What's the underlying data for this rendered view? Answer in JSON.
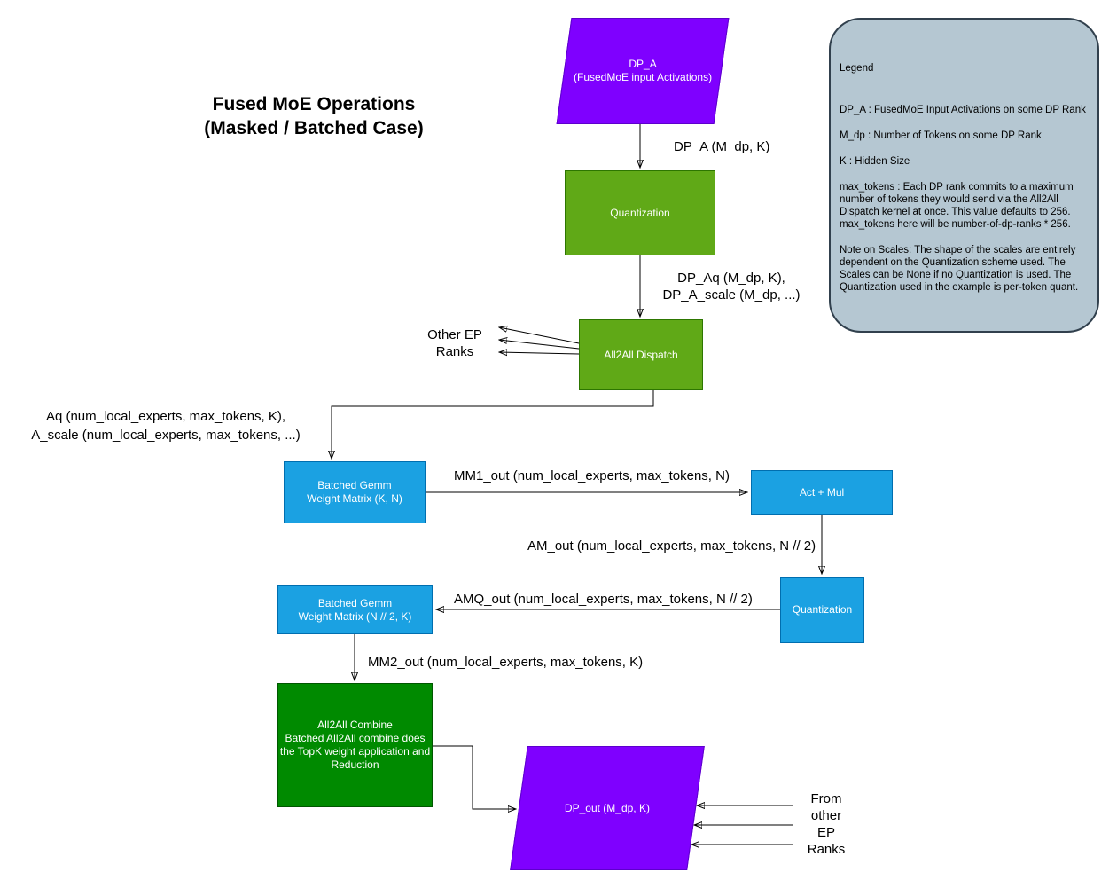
{
  "title": {
    "lines": [
      "Fused MoE Operations",
      "(Masked / Batched Case)"
    ]
  },
  "nodes": {
    "dp_a": {
      "lines": [
        "DP_A",
        "(FusedMoE input Activations)"
      ]
    },
    "quantization_1": {
      "label": "Quantization"
    },
    "all2all_dispatch": {
      "label": "All2All Dispatch"
    },
    "batched_gemm_1": {
      "lines": [
        "Batched Gemm",
        "Weight Matrix (K, N)"
      ]
    },
    "act_mul": {
      "label": "Act + Mul"
    },
    "quantization_2": {
      "label": "Quantization"
    },
    "batched_gemm_2": {
      "lines": [
        "Batched Gemm",
        "Weight Matrix (N // 2, K)"
      ]
    },
    "all2all_combine": {
      "lines": [
        "All2All Combine",
        "Batched All2All combine does",
        "the TopK weight application and",
        "Reduction"
      ]
    },
    "dp_out": {
      "label": "DP_out (M_dp, K)"
    }
  },
  "edge_labels": {
    "dp_a_to_quant": "DP_A (M_dp, K)",
    "quant_to_dispatch": {
      "lines": [
        "DP_Aq (M_dp, K),",
        "DP_A_scale (M_dp, ...)"
      ]
    },
    "other_ep_ranks": {
      "lines": [
        "Other EP",
        "Ranks"
      ]
    },
    "dispatch_to_gemm": {
      "lines": [
        "Aq (num_local_experts, max_tokens, K),",
        "A_scale (num_local_experts, max_tokens, ...)"
      ]
    },
    "mm1_out": "MM1_out (num_local_experts, max_tokens, N)",
    "am_out": "AM_out (num_local_experts, max_tokens, N // 2)",
    "amq_out": "AMQ_out (num_local_experts, max_tokens, N // 2)",
    "mm2_out": "MM2_out (num_local_experts, max_tokens, K)",
    "from_other_ep_ranks": {
      "lines": [
        "From",
        "other",
        "EP",
        "Ranks"
      ]
    }
  },
  "legend": {
    "title": "Legend",
    "items": [
      "DP_A : FusedMoE Input Activations on some DP Rank",
      "M_dp : Number of Tokens on some DP Rank",
      "K : Hidden Size",
      "max_tokens : Each DP rank commits to a maximum number of tokens they would send via the All2All Dispatch kernel at once. This value defaults to 256. max_tokens here will be number-of-dp-ranks * 256.",
      "Note on Scales: The shape of the scales are entirely dependent on the Quantization scheme used. The Scales can be None if no Quantization is used. The Quantization used in the example is per-token quant."
    ]
  },
  "colors": {
    "purple-fill": "#7f00ff",
    "purple-stroke": "#5d00cc",
    "green-fill": "#60a917",
    "green-stroke": "#2d7600",
    "blue-fill": "#1ba1e2",
    "blue-stroke": "#006eaf",
    "dgreen-fill": "#008a00",
    "dgreen-stroke": "#005700",
    "legend-fill": "#b5c7d2",
    "legend-stroke": "#31404d",
    "edge-color": "#000000"
  }
}
